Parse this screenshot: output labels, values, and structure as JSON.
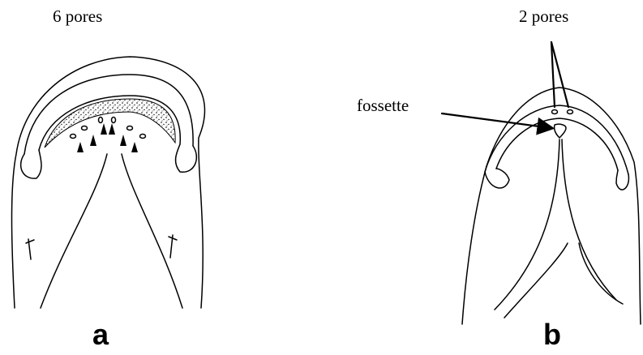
{
  "figure": {
    "panel_a": {
      "caption": "6 pores",
      "letter": "a"
    },
    "panel_b": {
      "caption": "2 pores",
      "pointer_label": "fossette",
      "letter": "b"
    }
  }
}
